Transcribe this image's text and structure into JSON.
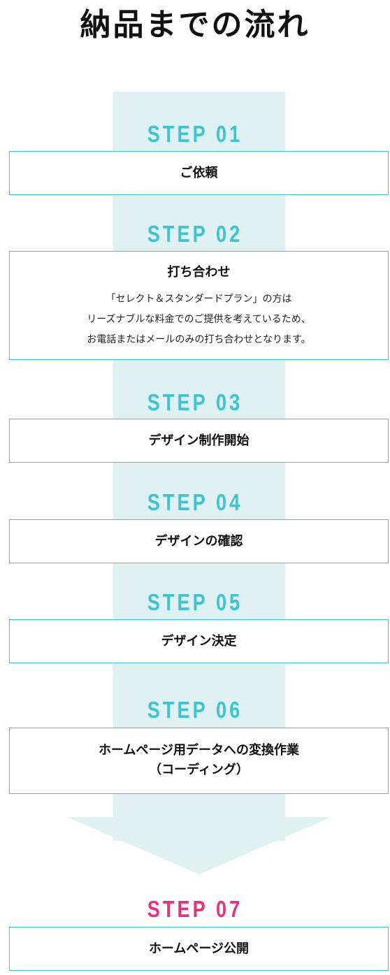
{
  "title": "納品までの流れ",
  "colors": {
    "accent": "#3cc4d0",
    "band": "#dff1f3",
    "final_accent": "#e8337a"
  },
  "steps": [
    {
      "label": "STEP 01",
      "title": "ご依頼"
    },
    {
      "label": "STEP 02",
      "title": "打ち合わせ",
      "description": [
        "「セレクト＆スタンダードプラン」の方は",
        "リーズナブルな料金でのご提供を考えているため、",
        "お電話またはメールのみの打ち合わせとなります。"
      ]
    },
    {
      "label": "STEP 03",
      "title": "デザイン制作開始"
    },
    {
      "label": "STEP 04",
      "title": "デザインの確認"
    },
    {
      "label": "STEP 05",
      "title": "デザイン決定"
    },
    {
      "label": "STEP 06",
      "title": "ホームページ用データへの変換作業",
      "subtitle": "（コーディング）"
    },
    {
      "label": "STEP 07",
      "title": "ホームページ公開"
    }
  ]
}
